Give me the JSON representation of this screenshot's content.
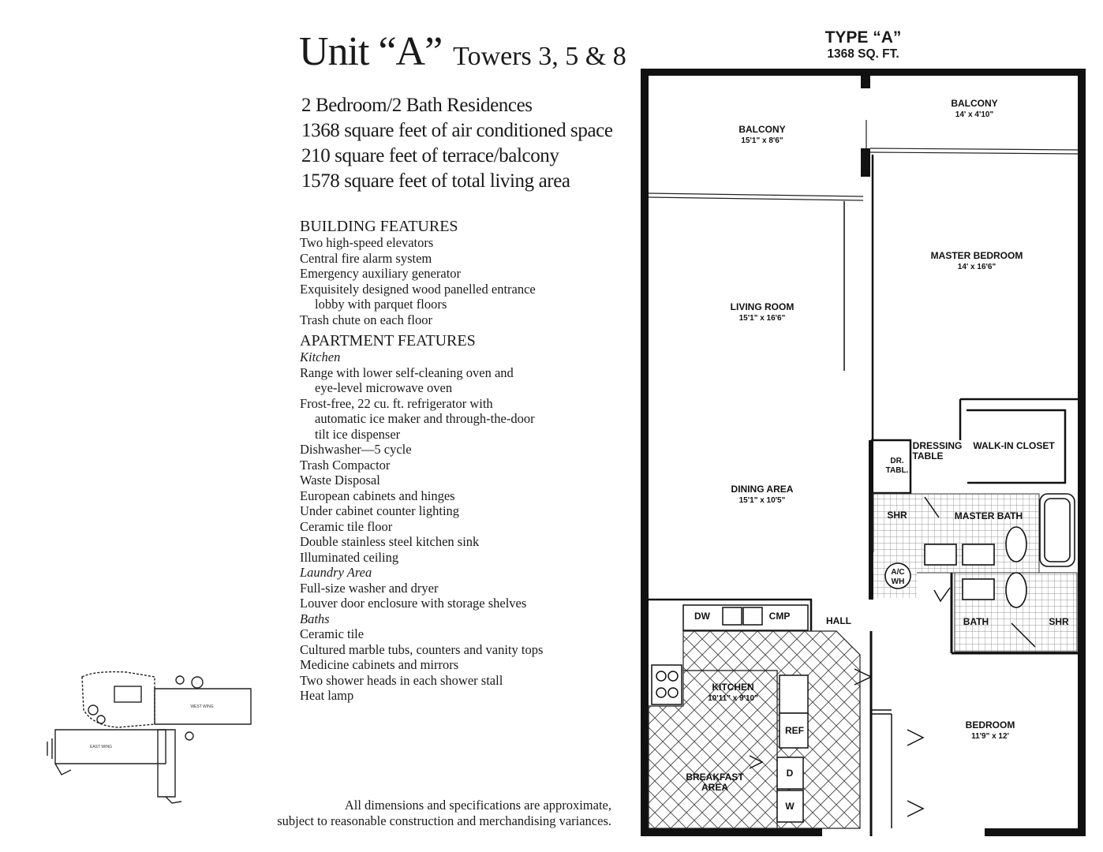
{
  "header": {
    "unit": "Unit “A”",
    "towers": "Towers 3, 5 & 8"
  },
  "summary": [
    "2 Bedroom/2 Bath Residences",
    "1368 square feet of air conditioned space",
    "210 square feet of terrace/balcony",
    "1578 square feet of total living area"
  ],
  "building": {
    "heading": "BUILDING FEATURES",
    "items": [
      "Two high-speed elevators",
      "Central fire alarm system",
      "Emergency auxiliary generator",
      "Exquisitely designed wood panelled entrance",
      "lobby with parquet floors",
      "Trash chute on each floor"
    ]
  },
  "apartment": {
    "heading": "APARTMENT FEATURES",
    "kitchen_heading": "Kitchen",
    "kitchen": [
      "Range with lower self-cleaning oven and",
      "eye-level microwave oven",
      "Frost-free, 22 cu. ft. refrigerator with",
      "automatic ice maker and through-the-door",
      "tilt ice dispenser",
      "Dishwasher—5 cycle",
      "Trash Compactor",
      "Waste Disposal",
      "European cabinets and hinges",
      "Under cabinet counter lighting",
      "Ceramic tile floor",
      "Double stainless steel kitchen sink",
      "Illuminated ceiling"
    ],
    "laundry_heading": "Laundry Area",
    "laundry": [
      "Full-size washer and dryer",
      "Louver door enclosure with storage shelves"
    ],
    "baths_heading": "Baths",
    "baths": [
      "Ceramic tile",
      "Cultured marble tubs, counters and vanity tops",
      "Medicine cabinets and mirrors",
      "Two shower heads in each shower stall",
      "Heat lamp"
    ]
  },
  "disclaimer": [
    "All dimensions and specifications are approximate,",
    "subject to reasonable construction and merchandising variances."
  ],
  "type_box": {
    "type": "TYPE “A”",
    "sqft": "1368 SQ. FT."
  },
  "site_plan": {
    "west": "WEST WING",
    "east": "EAST WING"
  },
  "rooms": {
    "balcony_left": "BALCONY",
    "balcony_left_dim": "15'1\" x 8'6\"",
    "balcony_right": "BALCONY",
    "balcony_right_dim": "14' x 4'10\"",
    "master_bedroom": "MASTER BEDROOM",
    "master_bedroom_dim": "14' x 16'6\"",
    "living_room": "LIVING ROOM",
    "living_room_dim": "15'1\" x 16'6\"",
    "dining_area": "DINING AREA",
    "dining_area_dim": "15'1\" x 10'5\"",
    "dressing": "DRESSING",
    "table": "TABLE",
    "walk_in_closet": "WALK-IN CLOSET",
    "dr": "DR.",
    "tabl": "TABL.",
    "shr_master": "SHR",
    "master_bath": "MASTER BATH",
    "ac": "A/C",
    "wh": "WH",
    "dw": "DW",
    "cmp": "CMP",
    "hall": "HALL",
    "bath": "BATH",
    "shr_bath": "SHR",
    "kitchen": "KITCHEN",
    "kitchen_dim": "10'11\" x 9'10\"",
    "ref": "REF",
    "d": "D",
    "w": "W",
    "breakfast": "BREAKFAST",
    "area": "AREA",
    "bedroom": "BEDROOM",
    "bedroom_dim": "11'9\" x 12'"
  }
}
